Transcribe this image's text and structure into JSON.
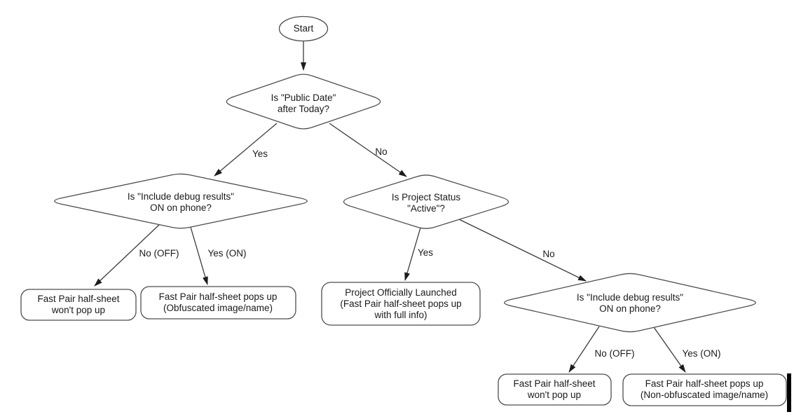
{
  "diagram": {
    "colors": {
      "background": "#ffffff",
      "shape_stroke": "#4e4e4e",
      "arrow": "#3a3a3a",
      "text": "#1a1a1a",
      "caret": "#000000"
    },
    "nodes": {
      "start": {
        "type": "terminator",
        "label": "Start"
      },
      "decision_public_date": {
        "type": "decision",
        "label": "Is \"Public Date\"\nafter Today?"
      },
      "decision_debug_left": {
        "type": "decision",
        "label": "Is \"Include debug results\"\nON on phone?"
      },
      "decision_project_status": {
        "type": "decision",
        "label": "Is Project Status\n\"Active\"?"
      },
      "decision_debug_right": {
        "type": "decision",
        "label": "Is \"Include debug results\"\nON on phone?"
      },
      "result_no_popup_left": {
        "type": "result",
        "label": "Fast Pair half-sheet\nwon't pop up"
      },
      "result_obfuscated": {
        "type": "result",
        "label": "Fast Pair half-sheet pops up\n(Obfuscated image/name)"
      },
      "result_launched": {
        "type": "result",
        "label": "Project Officially Launched\n(Fast Pair half-sheet pops up\nwith full info)"
      },
      "result_no_popup_right": {
        "type": "result",
        "label": "Fast Pair half-sheet\nwon't pop up"
      },
      "result_non_obfuscated": {
        "type": "result",
        "label": "Fast Pair half-sheet pops up\n(Non-obfuscated image/name)"
      }
    },
    "edges": [
      {
        "from": "start",
        "to": "decision_public_date",
        "label": ""
      },
      {
        "from": "decision_public_date",
        "to": "decision_debug_left",
        "label": "Yes"
      },
      {
        "from": "decision_public_date",
        "to": "decision_project_status",
        "label": "No"
      },
      {
        "from": "decision_debug_left",
        "to": "result_no_popup_left",
        "label": "No (OFF)"
      },
      {
        "from": "decision_debug_left",
        "to": "result_obfuscated",
        "label": "Yes (ON)"
      },
      {
        "from": "decision_project_status",
        "to": "result_launched",
        "label": "Yes"
      },
      {
        "from": "decision_project_status",
        "to": "decision_debug_right",
        "label": "No"
      },
      {
        "from": "decision_debug_right",
        "to": "result_no_popup_right",
        "label": "No (OFF)"
      },
      {
        "from": "decision_debug_right",
        "to": "result_non_obfuscated",
        "label": "Yes (ON)"
      }
    ]
  }
}
